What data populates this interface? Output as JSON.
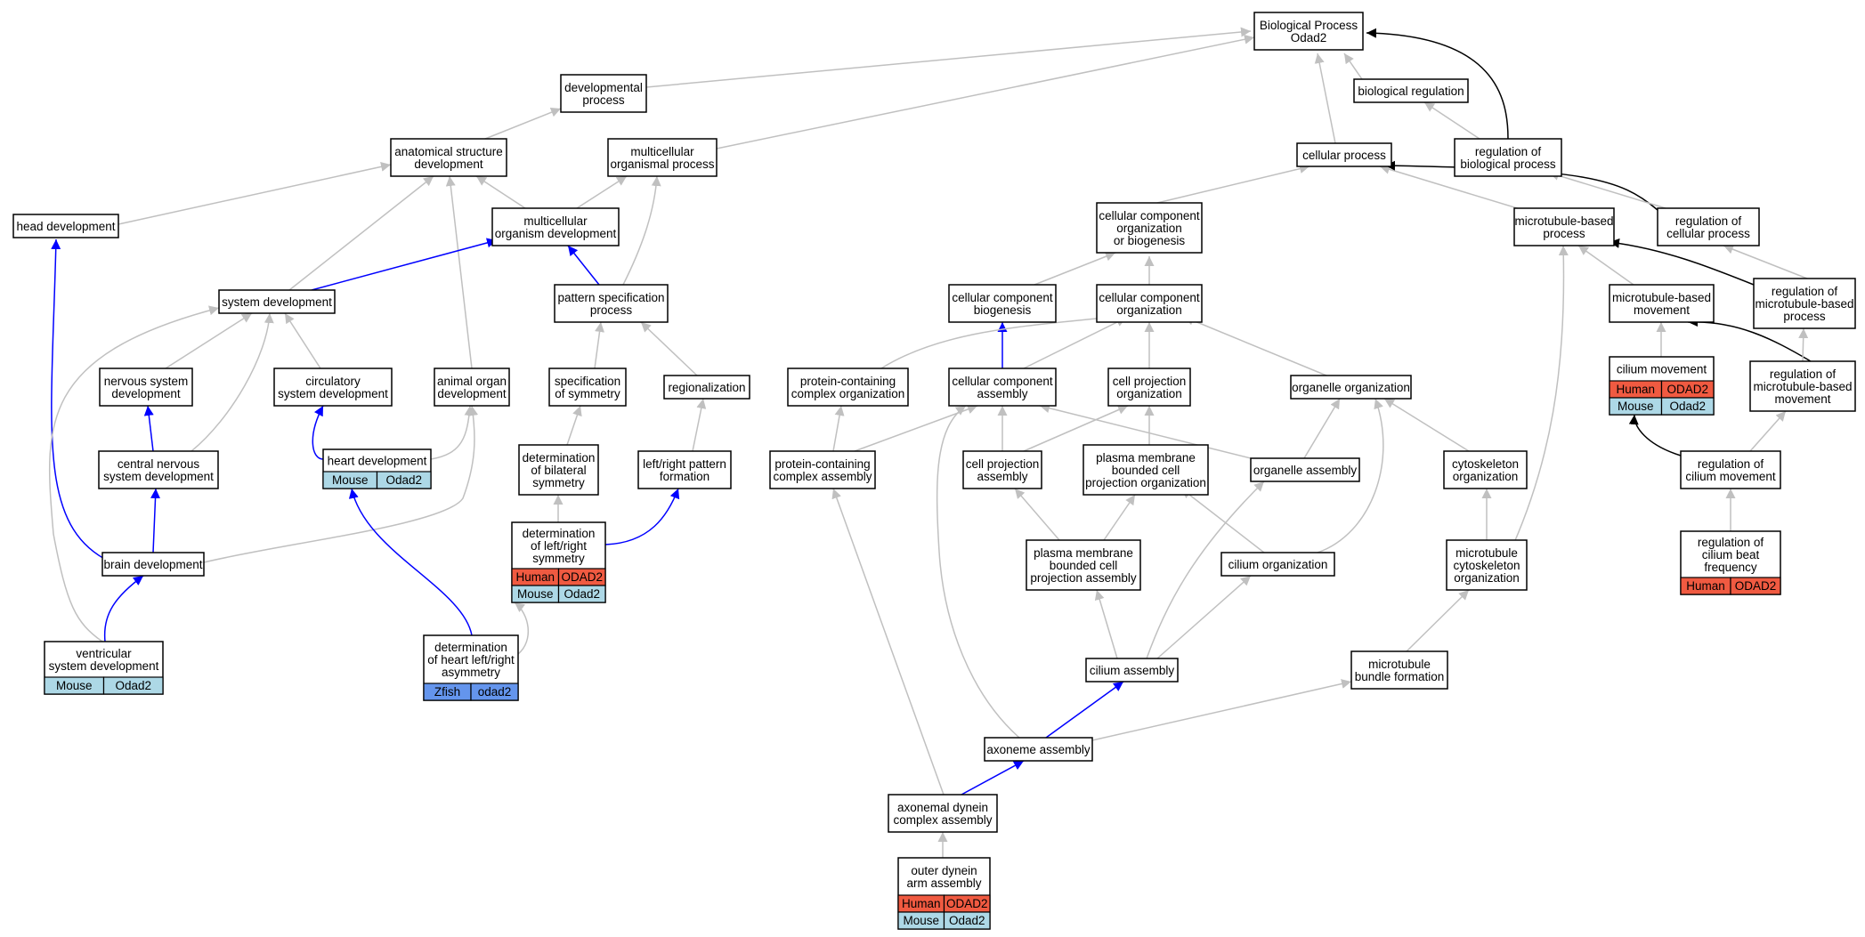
{
  "legend": {
    "colors": {
      "gray_edge": "#c0c0c0",
      "blue_edge": "#0000ff",
      "black_edge": "#000000",
      "Human": "#f05a41",
      "Mouse": "#add8e6",
      "Zfish": "#6495ed"
    }
  },
  "nodes": [
    {
      "id": "bp",
      "lines": [
        "Biological Process",
        "Odad2"
      ]
    },
    {
      "id": "dev_proc",
      "lines": [
        "developmental",
        "process"
      ]
    },
    {
      "id": "bio_reg",
      "lines": [
        "biological regulation"
      ]
    },
    {
      "id": "anat_dev",
      "lines": [
        "anatomical structure",
        "development"
      ]
    },
    {
      "id": "multi_org_proc",
      "lines": [
        "multicellular",
        "organismal process"
      ]
    },
    {
      "id": "cell_proc",
      "lines": [
        "cellular process"
      ]
    },
    {
      "id": "reg_bio_proc",
      "lines": [
        "regulation of",
        "biological process"
      ]
    },
    {
      "id": "head_dev",
      "lines": [
        "head development"
      ]
    },
    {
      "id": "multi_org_dev",
      "lines": [
        "multicellular",
        "organism development"
      ]
    },
    {
      "id": "cc_org_biog",
      "lines": [
        "cellular component",
        "organization",
        "or biogenesis"
      ]
    },
    {
      "id": "mt_proc",
      "lines": [
        "microtubule-based",
        "process"
      ]
    },
    {
      "id": "reg_cell_proc",
      "lines": [
        "regulation of",
        "cellular process"
      ]
    },
    {
      "id": "sys_dev",
      "lines": [
        "system development"
      ]
    },
    {
      "id": "pattern_spec",
      "lines": [
        "pattern specification",
        "process"
      ]
    },
    {
      "id": "cc_biog",
      "lines": [
        "cellular component",
        "biogenesis"
      ]
    },
    {
      "id": "cc_org",
      "lines": [
        "cellular component",
        "organization"
      ]
    },
    {
      "id": "mt_movement",
      "lines": [
        "microtubule-based",
        "movement"
      ]
    },
    {
      "id": "reg_mt_proc",
      "lines": [
        "regulation of",
        "microtubule-based",
        "process"
      ]
    },
    {
      "id": "ns_dev",
      "lines": [
        "nervous system",
        "development"
      ]
    },
    {
      "id": "circ_dev",
      "lines": [
        "circulatory",
        "system development"
      ]
    },
    {
      "id": "animal_organ_dev",
      "lines": [
        "animal organ",
        "development"
      ]
    },
    {
      "id": "spec_sym",
      "lines": [
        "specification",
        "of symmetry"
      ]
    },
    {
      "id": "regionalization",
      "lines": [
        "regionalization"
      ]
    },
    {
      "id": "pc_org",
      "lines": [
        "protein-containing",
        "complex organization"
      ]
    },
    {
      "id": "cc_assembly",
      "lines": [
        "cellular component",
        "assembly"
      ]
    },
    {
      "id": "cp_org",
      "lines": [
        "cell projection",
        "organization"
      ]
    },
    {
      "id": "organelle_org",
      "lines": [
        "organelle organization"
      ]
    },
    {
      "id": "cilium_movement",
      "lines": [
        "cilium movement"
      ],
      "species": [
        [
          "Human",
          "ODAD2"
        ],
        [
          "Mouse",
          "Odad2"
        ]
      ]
    },
    {
      "id": "reg_mt_movement",
      "lines": [
        "regulation of",
        "microtubule-based",
        "movement"
      ]
    },
    {
      "id": "cns_dev",
      "lines": [
        "central nervous",
        "system development"
      ]
    },
    {
      "id": "heart_dev",
      "lines": [
        "heart development"
      ],
      "species": [
        [
          "Mouse",
          "Odad2"
        ]
      ]
    },
    {
      "id": "det_bilat",
      "lines": [
        "determination",
        "of bilateral",
        "symmetry"
      ]
    },
    {
      "id": "lr_pattern",
      "lines": [
        "left/right pattern",
        "formation"
      ]
    },
    {
      "id": "pc_assembly",
      "lines": [
        "protein-containing",
        "complex assembly"
      ]
    },
    {
      "id": "cp_assembly",
      "lines": [
        "cell projection",
        "assembly"
      ]
    },
    {
      "id": "pm_cp_org",
      "lines": [
        "plasma membrane",
        "bounded cell",
        "projection organization"
      ]
    },
    {
      "id": "organelle_assembly",
      "lines": [
        "organelle assembly"
      ]
    },
    {
      "id": "cytoskel_org",
      "lines": [
        "cytoskeleton",
        "organization"
      ]
    },
    {
      "id": "reg_cilium_movement",
      "lines": [
        "regulation of",
        "cilium movement"
      ]
    },
    {
      "id": "det_lr_sym",
      "lines": [
        "determination",
        "of left/right",
        "symmetry"
      ],
      "species": [
        [
          "Human",
          "ODAD2"
        ],
        [
          "Mouse",
          "Odad2"
        ]
      ]
    },
    {
      "id": "brain_dev",
      "lines": [
        "brain development"
      ]
    },
    {
      "id": "pm_cp_assembly",
      "lines": [
        "plasma membrane",
        "bounded cell",
        "projection assembly"
      ]
    },
    {
      "id": "cilium_org",
      "lines": [
        "cilium organization"
      ]
    },
    {
      "id": "mt_cytoskel_org",
      "lines": [
        "microtubule",
        "cytoskeleton",
        "organization"
      ]
    },
    {
      "id": "reg_cilium_beat",
      "lines": [
        "regulation of",
        "cilium beat",
        "frequency"
      ],
      "species": [
        [
          "Human",
          "ODAD2"
        ]
      ]
    },
    {
      "id": "vent_dev",
      "lines": [
        "ventricular",
        "system development"
      ],
      "species": [
        [
          "Mouse",
          "Odad2"
        ]
      ]
    },
    {
      "id": "det_heart_lr",
      "lines": [
        "determination",
        "of heart left/right",
        "asymmetry"
      ],
      "species": [
        [
          "Zfish",
          "odad2"
        ]
      ]
    },
    {
      "id": "cilium_assembly",
      "lines": [
        "cilium assembly"
      ]
    },
    {
      "id": "mt_bundle",
      "lines": [
        "microtubule",
        "bundle formation"
      ]
    },
    {
      "id": "axoneme_assembly",
      "lines": [
        "axoneme assembly"
      ]
    },
    {
      "id": "axonemal_dynein",
      "lines": [
        "axonemal dynein",
        "complex assembly"
      ]
    },
    {
      "id": "outer_dynein",
      "lines": [
        "outer dynein",
        "arm assembly"
      ],
      "species": [
        [
          "Human",
          "ODAD2"
        ],
        [
          "Mouse",
          "Odad2"
        ]
      ]
    }
  ],
  "edges": [
    {
      "from": "dev_proc",
      "to": "bp",
      "color": "gray"
    },
    {
      "from": "multi_org_proc",
      "to": "bp",
      "color": "gray"
    },
    {
      "from": "bio_reg",
      "to": "bp",
      "color": "gray"
    },
    {
      "from": "cell_proc",
      "to": "bp",
      "color": "gray"
    },
    {
      "from": "reg_bio_proc",
      "to": "bp",
      "color": "black"
    },
    {
      "from": "anat_dev",
      "to": "dev_proc",
      "color": "gray"
    },
    {
      "from": "reg_bio_proc",
      "to": "bio_reg",
      "color": "gray"
    },
    {
      "from": "head_dev",
      "to": "anat_dev",
      "color": "gray"
    },
    {
      "from": "multi_org_dev",
      "to": "anat_dev",
      "color": "gray"
    },
    {
      "from": "sys_dev",
      "to": "anat_dev",
      "color": "gray"
    },
    {
      "from": "animal_organ_dev",
      "to": "anat_dev",
      "color": "gray"
    },
    {
      "from": "multi_org_dev",
      "to": "multi_org_proc",
      "color": "gray"
    },
    {
      "from": "pattern_spec",
      "to": "multi_org_proc",
      "color": "gray"
    },
    {
      "from": "cc_org_biog",
      "to": "cell_proc",
      "color": "gray"
    },
    {
      "from": "mt_proc",
      "to": "cell_proc",
      "color": "gray"
    },
    {
      "from": "reg_cell_proc",
      "to": "cell_proc",
      "color": "black"
    },
    {
      "from": "reg_cell_proc",
      "to": "reg_bio_proc",
      "color": "gray"
    },
    {
      "from": "brain_dev",
      "to": "head_dev",
      "color": "blue"
    },
    {
      "from": "sys_dev",
      "to": "multi_org_dev",
      "color": "blue"
    },
    {
      "from": "pattern_spec",
      "to": "multi_org_dev",
      "color": "blue"
    },
    {
      "from": "cc_biog",
      "to": "cc_org_biog",
      "color": "gray"
    },
    {
      "from": "cc_org",
      "to": "cc_org_biog",
      "color": "gray"
    },
    {
      "from": "mt_movement",
      "to": "mt_proc",
      "color": "gray"
    },
    {
      "from": "reg_mt_proc",
      "to": "mt_proc",
      "color": "black"
    },
    {
      "from": "mt_cytoskel_org",
      "to": "mt_proc",
      "color": "gray"
    },
    {
      "from": "reg_mt_proc",
      "to": "reg_cell_proc",
      "color": "gray"
    },
    {
      "from": "ns_dev",
      "to": "sys_dev",
      "color": "gray"
    },
    {
      "from": "circ_dev",
      "to": "sys_dev",
      "color": "gray"
    },
    {
      "from": "cns_dev",
      "to": "sys_dev",
      "color": "gray"
    },
    {
      "from": "vent_dev",
      "to": "sys_dev",
      "color": "gray"
    },
    {
      "from": "spec_sym",
      "to": "pattern_spec",
      "color": "gray"
    },
    {
      "from": "regionalization",
      "to": "pattern_spec",
      "color": "gray"
    },
    {
      "from": "cc_assembly",
      "to": "cc_biog",
      "color": "blue"
    },
    {
      "from": "pc_org",
      "to": "cc_org",
      "color": "gray"
    },
    {
      "from": "cc_assembly",
      "to": "cc_org",
      "color": "gray"
    },
    {
      "from": "cp_org",
      "to": "cc_org",
      "color": "gray"
    },
    {
      "from": "organelle_org",
      "to": "cc_org",
      "color": "gray"
    },
    {
      "from": "cilium_movement",
      "to": "mt_movement",
      "color": "gray"
    },
    {
      "from": "reg_mt_movement",
      "to": "mt_movement",
      "color": "black"
    },
    {
      "from": "reg_mt_movement",
      "to": "reg_mt_proc",
      "color": "gray"
    },
    {
      "from": "cns_dev",
      "to": "ns_dev",
      "color": "blue"
    },
    {
      "from": "heart_dev",
      "to": "circ_dev",
      "color": "blue"
    },
    {
      "from": "heart_dev",
      "to": "animal_organ_dev",
      "color": "gray"
    },
    {
      "from": "brain_dev",
      "to": "animal_organ_dev",
      "color": "gray"
    },
    {
      "from": "det_bilat",
      "to": "spec_sym",
      "color": "gray"
    },
    {
      "from": "lr_pattern",
      "to": "regionalization",
      "color": "gray"
    },
    {
      "from": "pc_assembly",
      "to": "pc_org",
      "color": "gray"
    },
    {
      "from": "pc_assembly",
      "to": "cc_assembly",
      "color": "gray"
    },
    {
      "from": "cp_assembly",
      "to": "cc_assembly",
      "color": "gray"
    },
    {
      "from": "organelle_assembly",
      "to": "cc_assembly",
      "color": "gray"
    },
    {
      "from": "axoneme_assembly",
      "to": "cc_assembly",
      "color": "gray"
    },
    {
      "from": "cp_assembly",
      "to": "cp_org",
      "color": "gray"
    },
    {
      "from": "pm_cp_org",
      "to": "cp_org",
      "color": "gray"
    },
    {
      "from": "organelle_assembly",
      "to": "organelle_org",
      "color": "gray"
    },
    {
      "from": "cytoskel_org",
      "to": "organelle_org",
      "color": "gray"
    },
    {
      "from": "cilium_org",
      "to": "organelle_org",
      "color": "gray"
    },
    {
      "from": "reg_cilium_movement",
      "to": "cilium_movement",
      "color": "black"
    },
    {
      "from": "reg_cilium_movement",
      "to": "reg_mt_movement",
      "color": "gray"
    },
    {
      "from": "brain_dev",
      "to": "cns_dev",
      "color": "blue"
    },
    {
      "from": "det_heart_lr",
      "to": "heart_dev",
      "color": "blue"
    },
    {
      "from": "det_lr_sym",
      "to": "det_bilat",
      "color": "gray"
    },
    {
      "from": "det_lr_sym",
      "to": "lr_pattern",
      "color": "blue"
    },
    {
      "from": "axonemal_dynein",
      "to": "pc_assembly",
      "color": "gray"
    },
    {
      "from": "pm_cp_assembly",
      "to": "cp_assembly",
      "color": "gray"
    },
    {
      "from": "pm_cp_assembly",
      "to": "pm_cp_org",
      "color": "gray"
    },
    {
      "from": "cilium_org",
      "to": "pm_cp_org",
      "color": "gray"
    },
    {
      "from": "cilium_assembly",
      "to": "organelle_assembly",
      "color": "gray"
    },
    {
      "from": "mt_cytoskel_org",
      "to": "cytoskel_org",
      "color": "gray"
    },
    {
      "from": "reg_cilium_beat",
      "to": "reg_cilium_movement",
      "color": "gray"
    },
    {
      "from": "vent_dev",
      "to": "brain_dev",
      "color": "blue"
    },
    {
      "from": "det_heart_lr",
      "to": "det_lr_sym",
      "color": "gray"
    },
    {
      "from": "cilium_assembly",
      "to": "pm_cp_assembly",
      "color": "gray"
    },
    {
      "from": "cilium_assembly",
      "to": "cilium_org",
      "color": "gray"
    },
    {
      "from": "mt_bundle",
      "to": "mt_cytoskel_org",
      "color": "gray"
    },
    {
      "from": "axoneme_assembly",
      "to": "cilium_assembly",
      "color": "blue"
    },
    {
      "from": "axoneme_assembly",
      "to": "mt_bundle",
      "color": "gray"
    },
    {
      "from": "axonemal_dynein",
      "to": "axoneme_assembly",
      "color": "blue"
    },
    {
      "from": "outer_dynein",
      "to": "axonemal_dynein",
      "color": "gray"
    }
  ]
}
